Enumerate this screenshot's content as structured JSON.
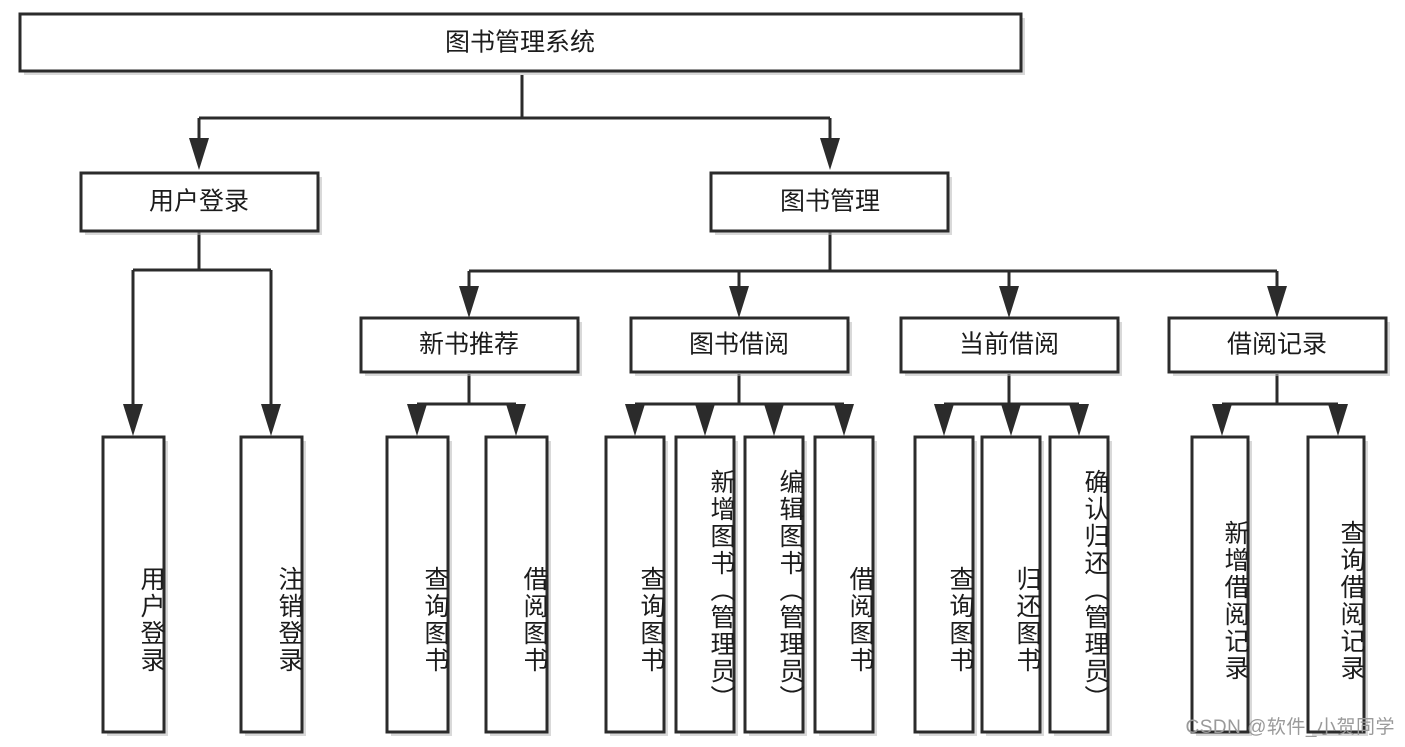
{
  "diagram": {
    "type": "tree-hierarchy",
    "title": "图书管理系统",
    "watermark": "CSDN @软件_小贺同学",
    "colors": {
      "box_fill": "#ffffff",
      "box_stroke": "#2b2b2b",
      "text": "#1c1c1c",
      "background": "#ffffff",
      "watermark": "#9a9a9a"
    },
    "root": {
      "label": "图书管理系统"
    },
    "level2": [
      {
        "label": "用户登录"
      },
      {
        "label": "图书管理"
      }
    ],
    "level3": [
      {
        "label": "新书推荐"
      },
      {
        "label": "图书借阅"
      },
      {
        "label": "当前借阅"
      },
      {
        "label": "借阅记录"
      }
    ],
    "leaves": {
      "user_login": [
        {
          "label": "用户登录"
        },
        {
          "label": "注销登录"
        }
      ],
      "new_book_recommend": [
        {
          "label": "查询图书"
        },
        {
          "label": "借阅图书"
        }
      ],
      "book_borrow": [
        {
          "label": "查询图书"
        },
        {
          "label": "新增图书（管理员）"
        },
        {
          "label": "编辑图书（管理员）"
        },
        {
          "label": "借阅图书"
        }
      ],
      "current_borrow": [
        {
          "label": "查询图书"
        },
        {
          "label": "归还图书"
        },
        {
          "label": "确认归还（管理员）"
        }
      ],
      "borrow_record": [
        {
          "label": "新增借阅记录"
        },
        {
          "label": "查询借阅记录"
        }
      ]
    }
  }
}
